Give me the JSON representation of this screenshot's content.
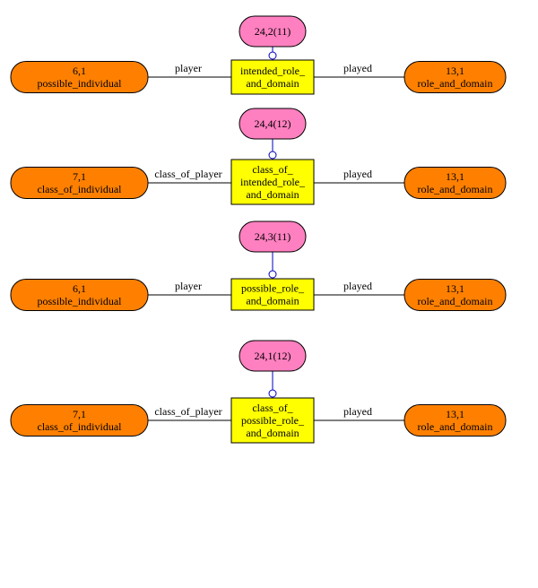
{
  "colors": {
    "entity_fill": "#ff8000",
    "relation_fill": "#ffff00",
    "tag_fill": "#ff80c0",
    "line": "#000000",
    "connector": "#0000c0",
    "background": "#ffffff"
  },
  "groups": [
    {
      "tag": "24,2(11)",
      "relation": [
        "intended_role_",
        "and_domain"
      ],
      "left": {
        "code": "6,1",
        "name": "possible_individual"
      },
      "left_label": "player",
      "right": {
        "code": "13,1",
        "name": "role_and_domain"
      },
      "right_label": "played"
    },
    {
      "tag": "24,4(12)",
      "relation": [
        "class_of_",
        "intended_role_",
        "and_domain"
      ],
      "left": {
        "code": "7,1",
        "name": "class_of_individual"
      },
      "left_label": "class_of_player",
      "right": {
        "code": "13,1",
        "name": "role_and_domain"
      },
      "right_label": "played"
    },
    {
      "tag": "24,3(11)",
      "relation": [
        "possible_role_",
        "and_domain"
      ],
      "left": {
        "code": "6,1",
        "name": "possible_individual"
      },
      "left_label": "player",
      "right": {
        "code": "13,1",
        "name": "role_and_domain"
      },
      "right_label": "played"
    },
    {
      "tag": "24,1(12)",
      "relation": [
        "class_of_",
        "possible_role_",
        "and_domain"
      ],
      "left": {
        "code": "7,1",
        "name": "class_of_individual"
      },
      "left_label": "class_of_player",
      "right": {
        "code": "13,1",
        "name": "role_and_domain"
      },
      "right_label": "played"
    }
  ]
}
